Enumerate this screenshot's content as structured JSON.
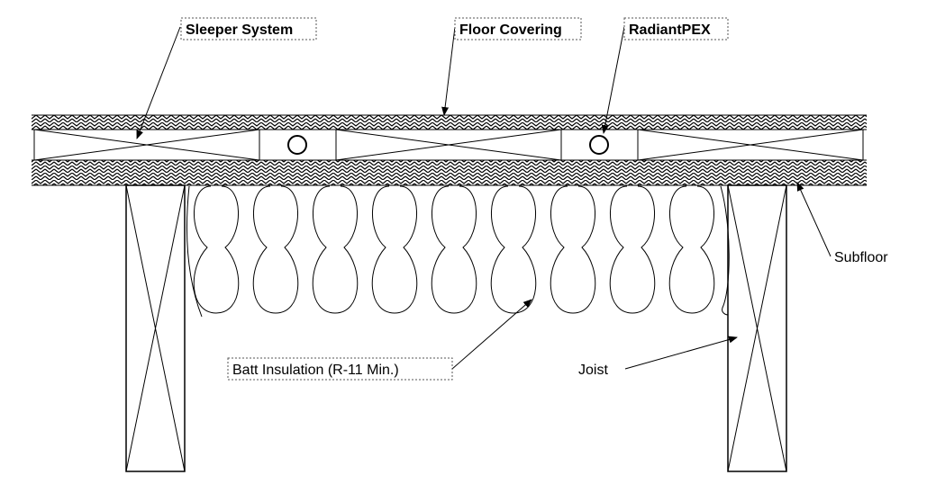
{
  "labels": {
    "sleeper_system": "Sleeper System",
    "floor_covering": "Floor Covering",
    "radiant_pex": "RadiantPEX",
    "subfloor": "Subfloor",
    "batt_insulation": "Batt Insulation (R-11 Min.)",
    "joist": "Joist"
  },
  "colors": {
    "line": "#000000",
    "background": "#ffffff"
  }
}
